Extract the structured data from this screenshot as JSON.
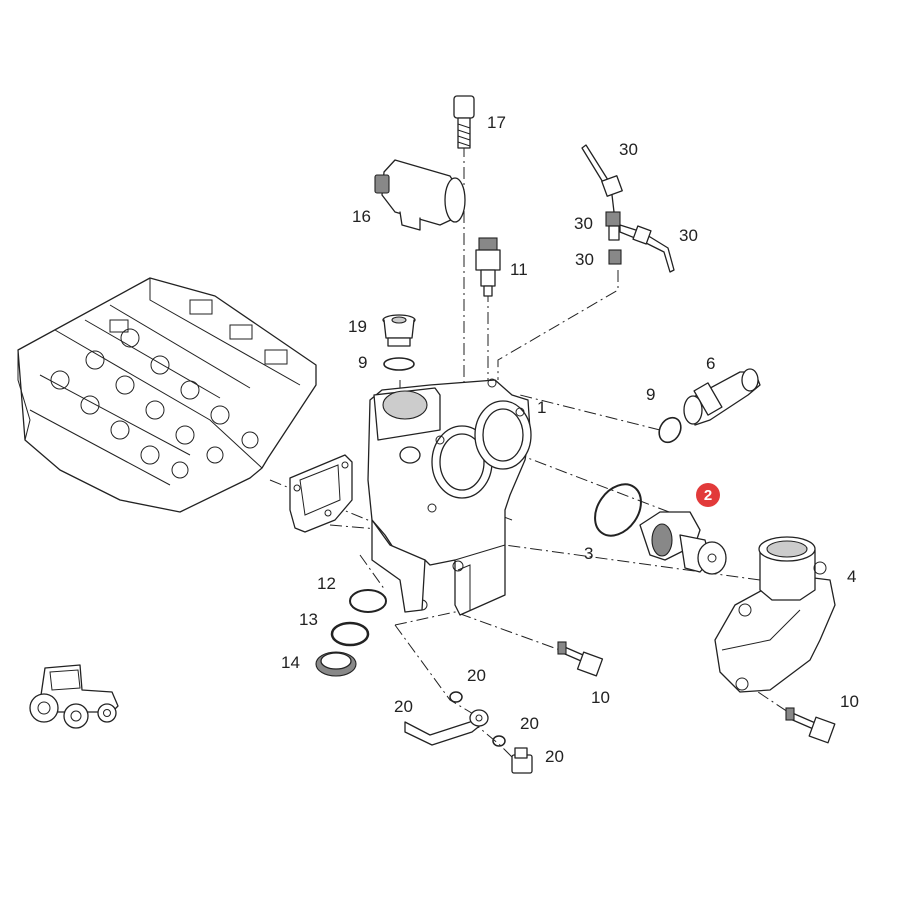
{
  "callouts": {
    "c17": "17",
    "c16": "16",
    "c30a": "30",
    "c30b": "30",
    "c30c": "30",
    "c30d": "30",
    "c11": "11",
    "c19": "19",
    "c9a": "9",
    "c6": "6",
    "c9b": "9",
    "c1": "1",
    "c3": "3",
    "c4": "4",
    "c12": "12",
    "c13": "13",
    "c14": "14",
    "c20a": "20",
    "c20b": "20",
    "c20c": "20",
    "c20d": "20",
    "c10a": "10",
    "c10b": "10"
  },
  "highlight": {
    "number": "2",
    "color": "#e23a3a"
  }
}
